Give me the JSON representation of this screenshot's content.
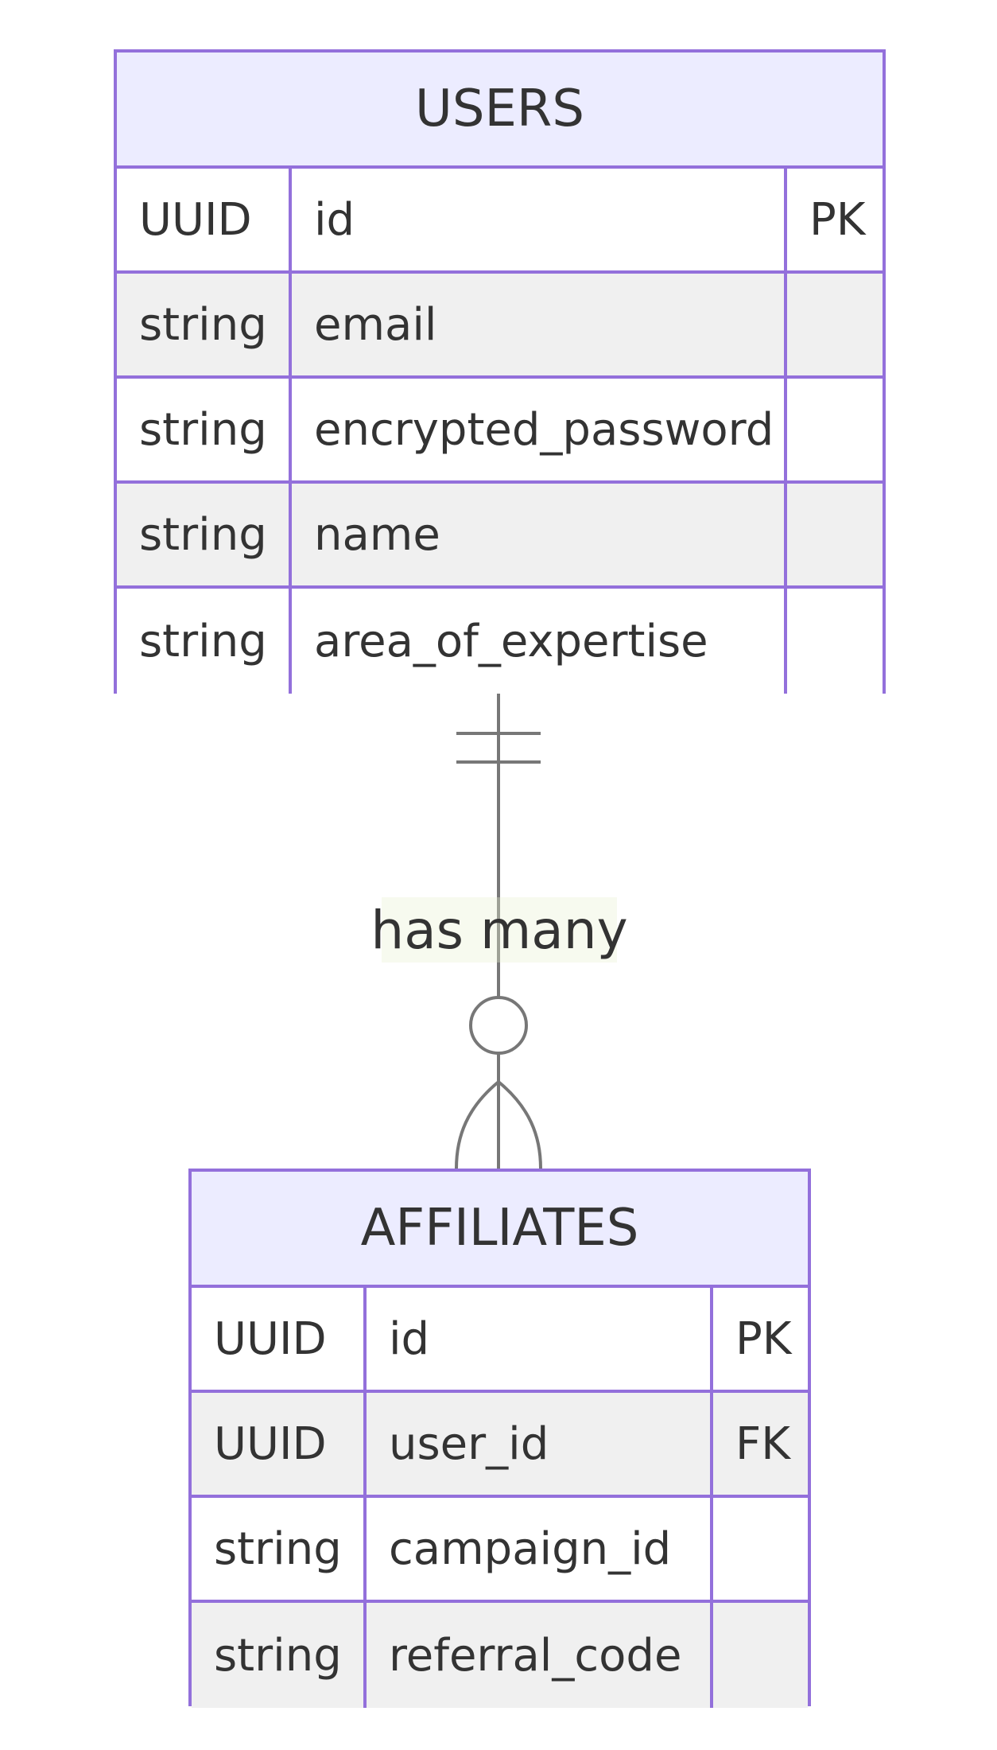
{
  "entities": {
    "users": {
      "name": "USERS",
      "attributes": [
        {
          "type": "UUID",
          "name": "id",
          "key": "PK"
        },
        {
          "type": "string",
          "name": "email",
          "key": ""
        },
        {
          "type": "string",
          "name": "encrypted_password",
          "key": ""
        },
        {
          "type": "string",
          "name": "name",
          "key": ""
        },
        {
          "type": "string",
          "name": "area_of_expertise",
          "key": ""
        }
      ]
    },
    "affiliates": {
      "name": "AFFILIATES",
      "attributes": [
        {
          "type": "UUID",
          "name": "id",
          "key": "PK"
        },
        {
          "type": "UUID",
          "name": "user_id",
          "key": "FK"
        },
        {
          "type": "string",
          "name": "campaign_id",
          "key": ""
        },
        {
          "type": "string",
          "name": "referral_code",
          "key": ""
        }
      ]
    }
  },
  "relationship": {
    "from": "USERS",
    "to": "AFFILIATES",
    "from_cardinality": "exactly-one",
    "to_cardinality": "zero-or-many",
    "label": "has many"
  },
  "colors": {
    "border": "#9370db",
    "header_fill": "#ececff",
    "row_alt_fill": "#f0f0f0",
    "line": "#777777",
    "text": "#333333"
  }
}
